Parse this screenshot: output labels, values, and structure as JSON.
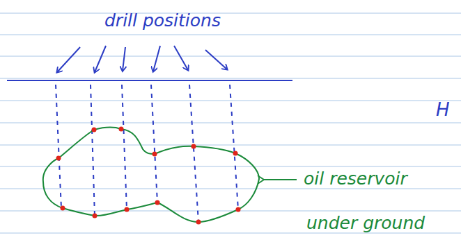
{
  "diagram": {
    "labels": [
      "drill positions",
      "H",
      "oil reservoir",
      "under ground"
    ]
  }
}
